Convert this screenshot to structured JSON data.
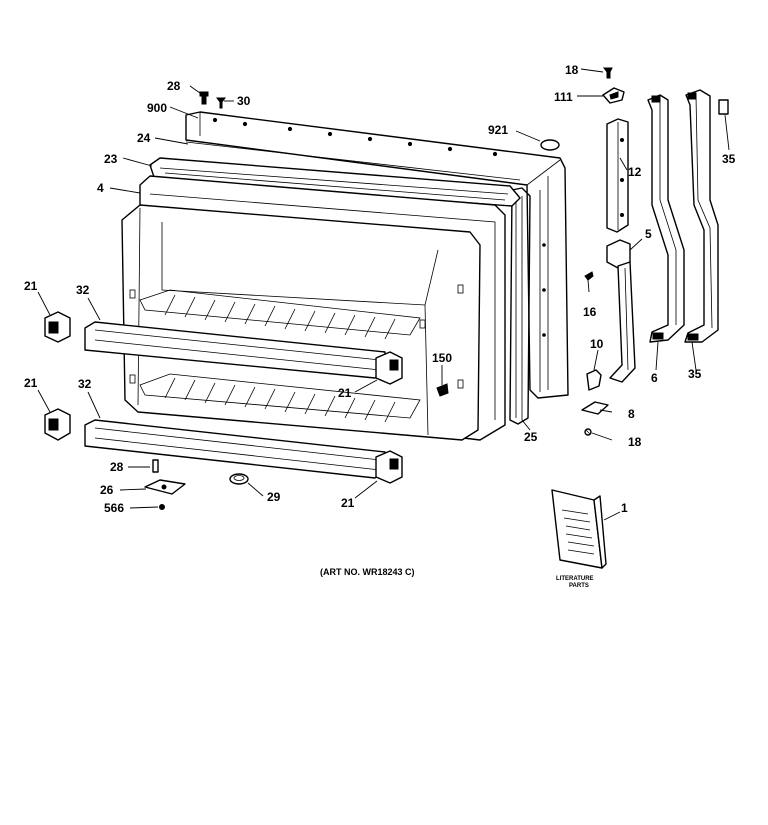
{
  "diagram": {
    "caption": "(ART NO. WR18243 C)",
    "literature_label_line1": "LITERATURE",
    "literature_label_line2": "PARTS",
    "callouts": {
      "p1": "1",
      "p4": "4",
      "p5": "5",
      "p6": "6",
      "p8": "8",
      "p10": "10",
      "p12": "12",
      "p16": "16",
      "p18_top": "18",
      "p18_bottom": "18",
      "p21_upper_left": "21",
      "p21_lower_left": "21",
      "p21_upper_right": "21",
      "p21_lower_right": "21",
      "p23": "23",
      "p24": "24",
      "p25": "25",
      "p26": "26",
      "p28_top": "28",
      "p28_bottom": "28",
      "p29": "29",
      "p30": "30",
      "p32_upper": "32",
      "p32_lower": "32",
      "p35_top": "35",
      "p35_bottom": "35",
      "p111": "111",
      "p150": "150",
      "p566": "566",
      "p900": "900",
      "p921": "921"
    }
  }
}
